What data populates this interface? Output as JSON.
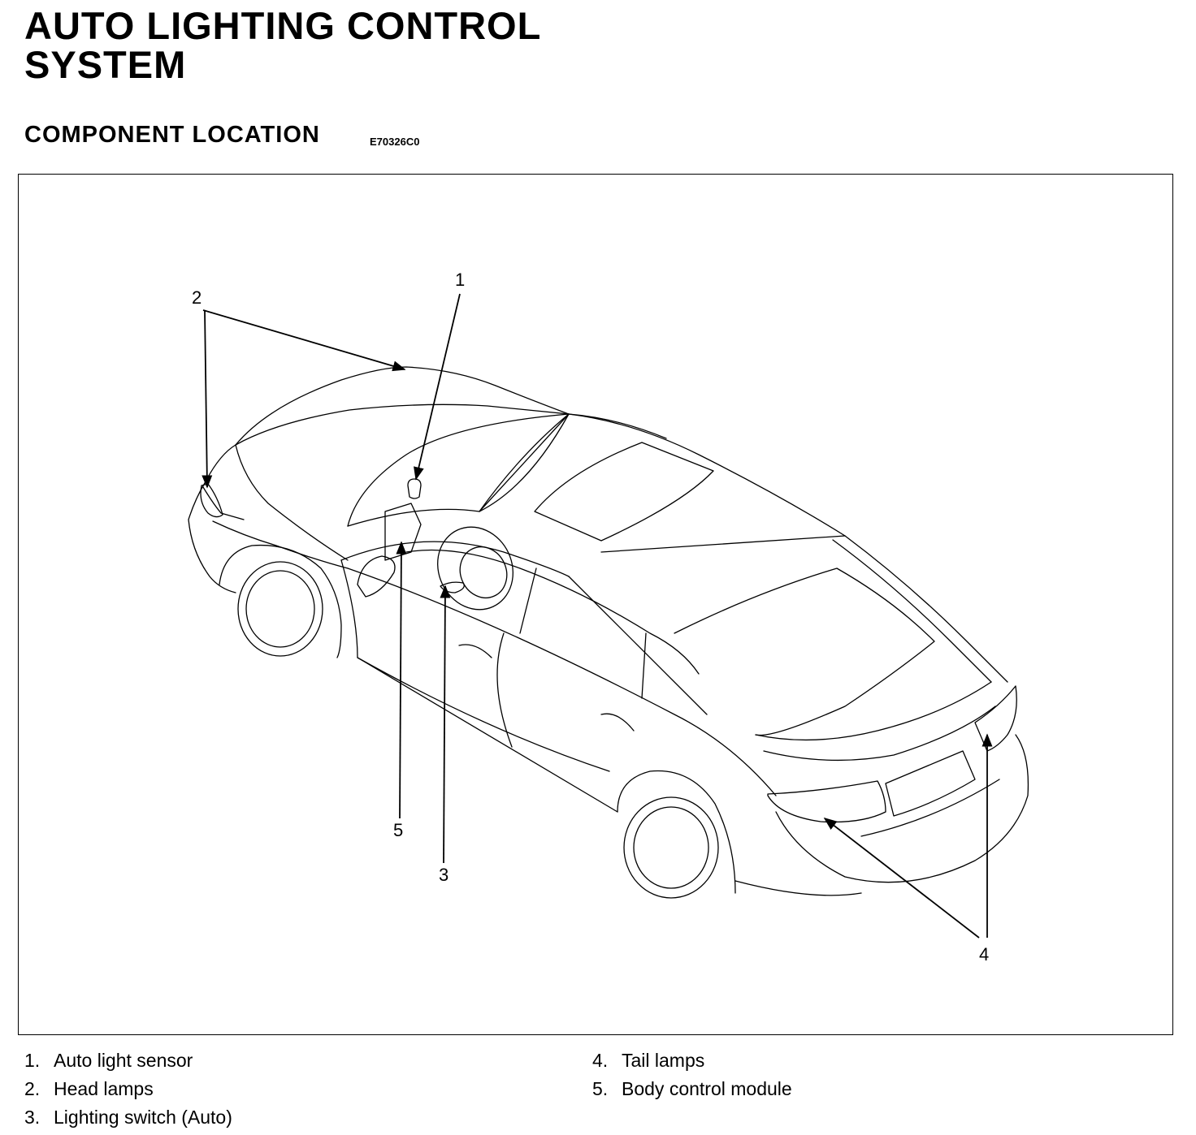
{
  "header": {
    "title_line1": "AUTO LIGHTING CONTROL",
    "title_line2": "SYSTEM",
    "section_title": "COMPONENT LOCATION",
    "code": "E70326C0"
  },
  "callouts": {
    "c1": "1",
    "c2": "2",
    "c3": "3",
    "c4": "4",
    "c5": "5"
  },
  "legend": {
    "left": [
      {
        "num": "1.",
        "label": "Auto light sensor"
      },
      {
        "num": "2.",
        "label": "Head lamps"
      },
      {
        "num": "3.",
        "label": "Lighting switch (Auto)"
      }
    ],
    "right": [
      {
        "num": "4.",
        "label": "Tail lamps"
      },
      {
        "num": "5.",
        "label": "Body control module"
      }
    ]
  }
}
